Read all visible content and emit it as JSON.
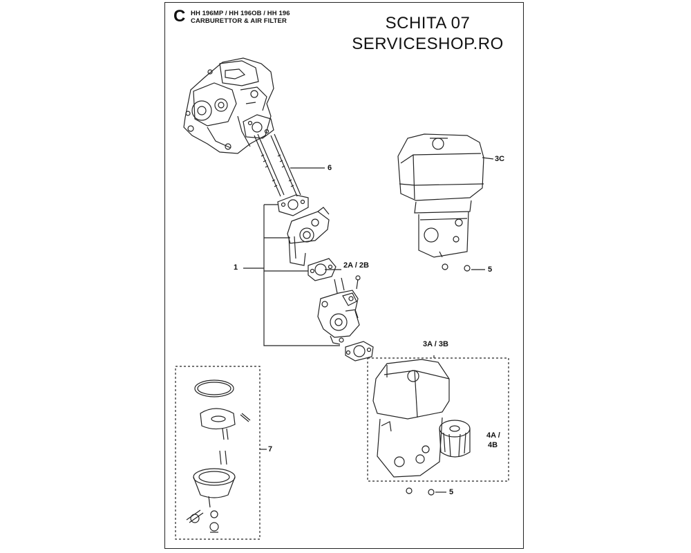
{
  "header": {
    "section_letter": "C",
    "models": "HH 196MP / HH 196OB / HH 196",
    "subtitle": "CARBURETTOR & AIR FILTER",
    "sheet_title": "SCHITA 07",
    "site": "SERVICESHOP.RO"
  },
  "callouts": {
    "c1": "1",
    "c2": "2A / 2B",
    "c3ab": "3A / 3B",
    "c3c": "3C",
    "c4a": "4A /",
    "c4b": "4B",
    "c5a": "5",
    "c5b": "5",
    "c6": "6",
    "c7": "7"
  }
}
